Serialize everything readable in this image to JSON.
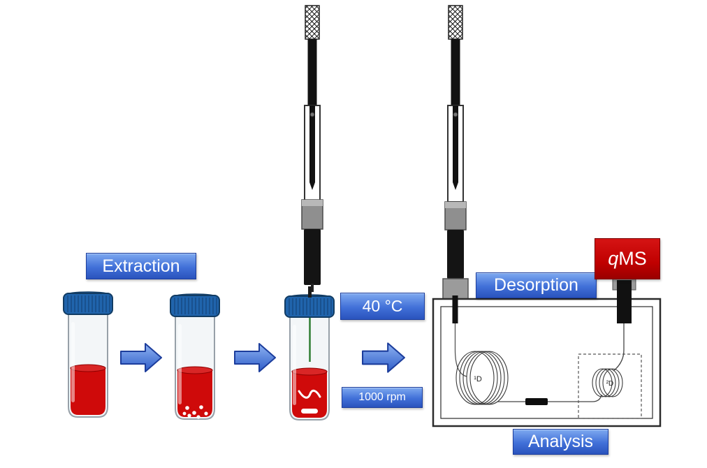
{
  "labels": {
    "extraction": "Extraction",
    "temperature": "40 °C",
    "stir_speed": "1000 rpm",
    "desorption": "Desorption",
    "analysis": "Analysis",
    "detector_prefix": "q",
    "detector_suffix": "MS",
    "first_dimension_column": "¹D",
    "second_dimension_column": "²D"
  },
  "colors": {
    "label_blue_top": "#7ea9f0",
    "label_blue_mid": "#4170d8",
    "label_blue_bottom": "#2a53bd",
    "label_blue_border": "#1c3d9c",
    "arrow_light": "#8fb3f2",
    "arrow_dark": "#2d5cc8",
    "arrow_border": "#1c3d9c",
    "detector_red": "#c00000",
    "liquid_red": "#cf0a0a",
    "cap_blue": "#2064ac",
    "fiber_green": "#2e7d32"
  }
}
